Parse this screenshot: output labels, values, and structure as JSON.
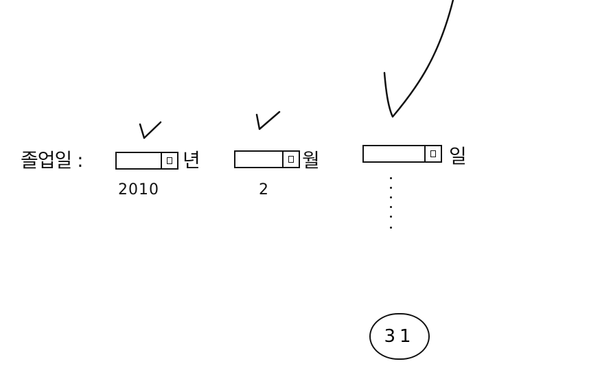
{
  "form": {
    "label": "졸업일 :",
    "year": {
      "unit": "년",
      "value": "2010"
    },
    "month": {
      "unit": "월",
      "value": "2"
    },
    "day": {
      "unit": "일",
      "selected_option": "31"
    }
  },
  "icons": {
    "checkmark": "check-icon",
    "arrow": "arrow-icon",
    "dropdown": "dropdown-icon"
  }
}
